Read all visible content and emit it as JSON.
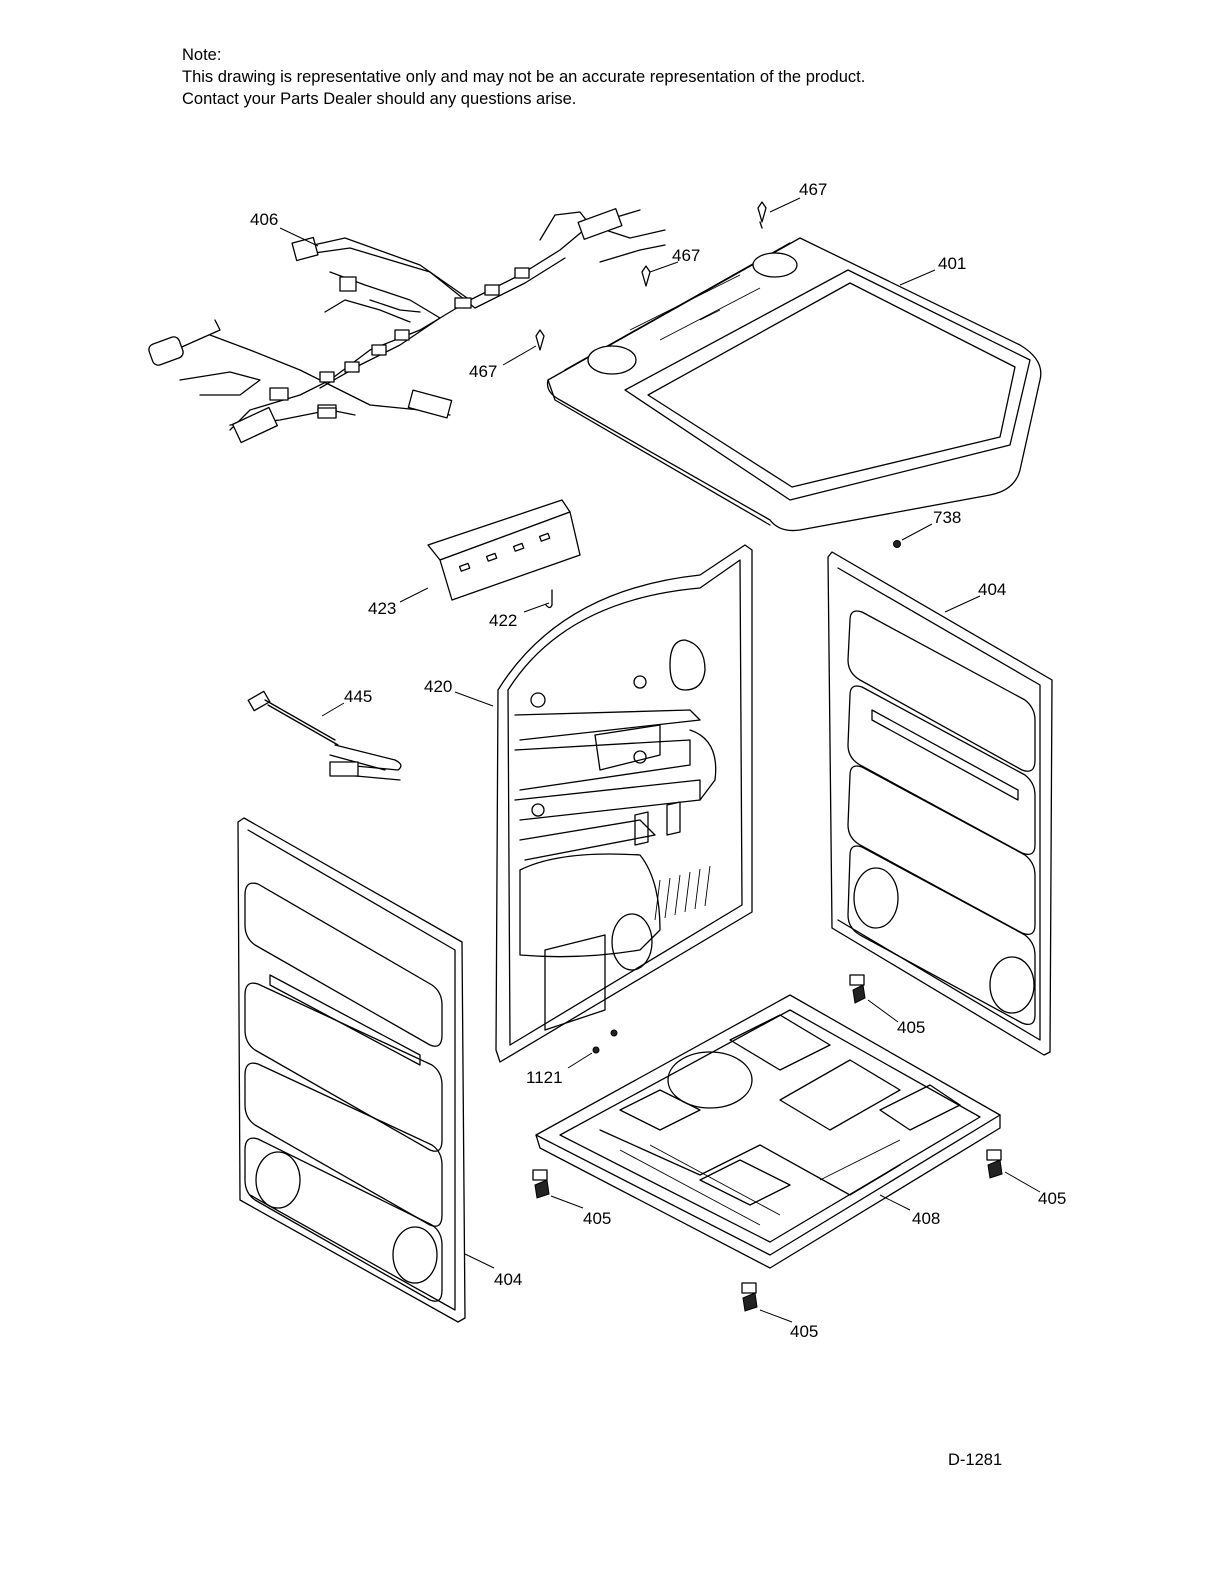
{
  "note": {
    "heading": "Note:",
    "line1": "This drawing is representative only and may not be an accurate representation of the product.",
    "line2": "Contact your Parts Dealer should any questions arise."
  },
  "diagram_code": "D-1281",
  "part_labels": [
    {
      "id": "lbl-406",
      "text": "406"
    },
    {
      "id": "lbl-467-a",
      "text": "467"
    },
    {
      "id": "lbl-467-b",
      "text": "467"
    },
    {
      "id": "lbl-467-c",
      "text": "467"
    },
    {
      "id": "lbl-401",
      "text": "401"
    },
    {
      "id": "lbl-738",
      "text": "738"
    },
    {
      "id": "lbl-423",
      "text": "423"
    },
    {
      "id": "lbl-422",
      "text": "422"
    },
    {
      "id": "lbl-404-right",
      "text": "404"
    },
    {
      "id": "lbl-445",
      "text": "445"
    },
    {
      "id": "lbl-420",
      "text": "420"
    },
    {
      "id": "lbl-405-a",
      "text": "405"
    },
    {
      "id": "lbl-1121",
      "text": "1121"
    },
    {
      "id": "lbl-405-b",
      "text": "405"
    },
    {
      "id": "lbl-408",
      "text": "408"
    },
    {
      "id": "lbl-405-c",
      "text": "405"
    },
    {
      "id": "lbl-404-left",
      "text": "404"
    },
    {
      "id": "lbl-405-d",
      "text": "405"
    }
  ]
}
